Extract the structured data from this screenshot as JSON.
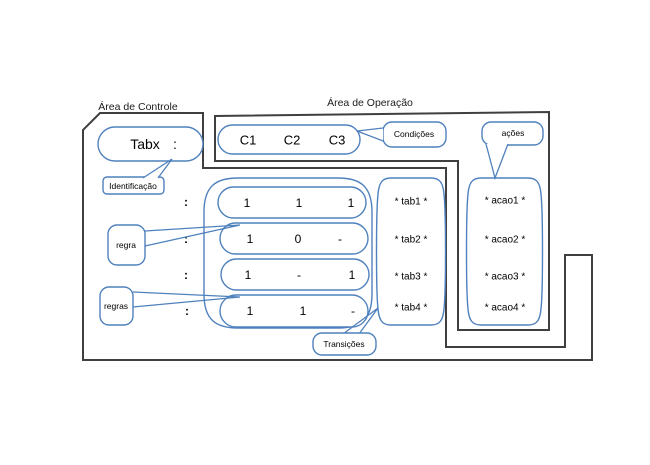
{
  "diagram": {
    "control_area_label": "Área de Controle",
    "operation_area_label": "Área de Operação",
    "identification": {
      "name": "Tabx",
      "separator": ":"
    },
    "conditions_header": [
      "C1",
      "C2",
      "C3"
    ],
    "rules_matrix": {
      "row_prefix": ":",
      "rows": [
        [
          "1",
          "1",
          "1"
        ],
        [
          "1",
          "0",
          "-"
        ],
        [
          "1",
          "-",
          "1"
        ],
        [
          "1",
          "1",
          "-"
        ]
      ]
    },
    "transitions": [
      "* tab1 *",
      "* tab2 *",
      "* tab3 *",
      "* tab4 *"
    ],
    "actions": [
      "* acao1 *",
      "* acao2 *",
      "* acao3 *",
      "* acao4 *"
    ],
    "callouts": {
      "identification": "Identificação",
      "rule": "regra",
      "rules": "regras",
      "conditions": "Condições",
      "transitions": "Transições",
      "actions": "ações"
    },
    "colors": {
      "shape_outline": "#4f81bd",
      "area_outline": "#3f3f3f",
      "text": "#000000",
      "background": "#ffffff"
    }
  }
}
